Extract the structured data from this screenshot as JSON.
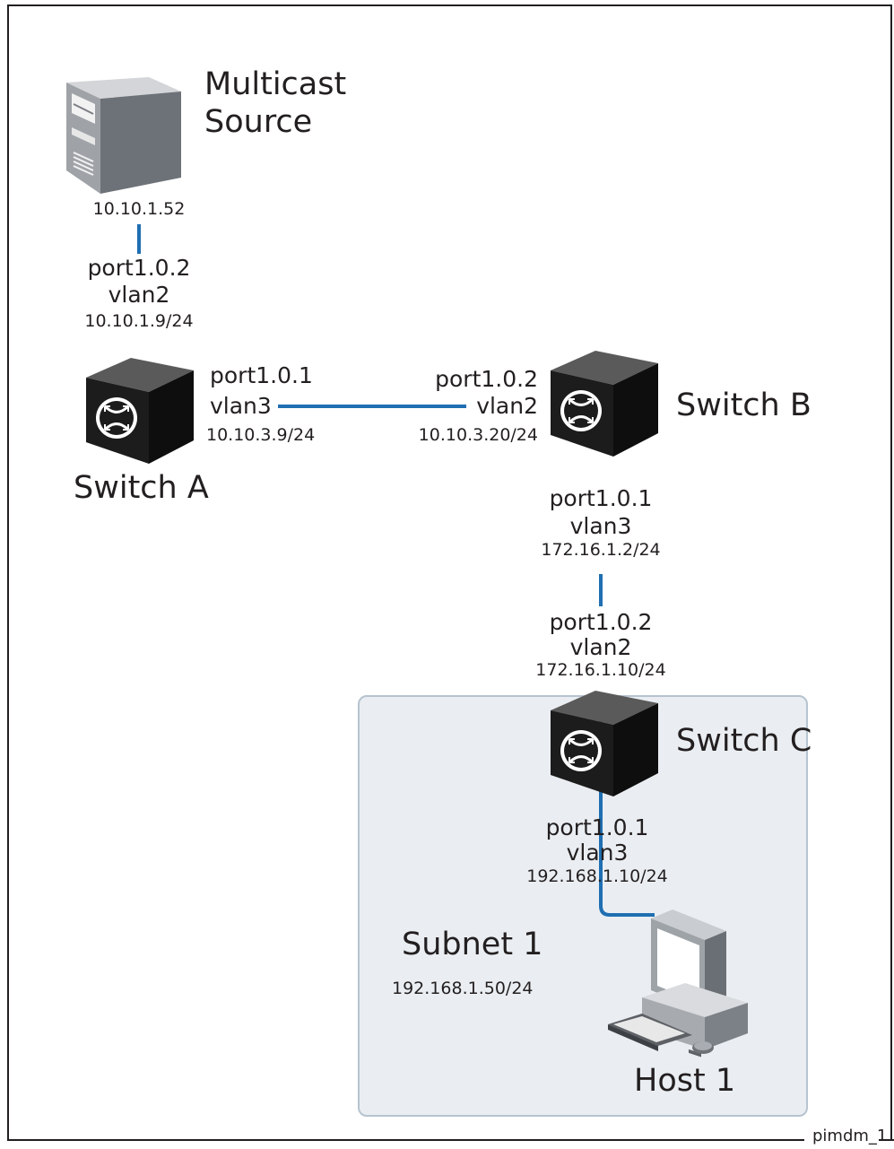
{
  "diagram": {
    "figure_id": "pimdm_1",
    "multicast_source": {
      "name_line1": "Multicast",
      "name_line2": "Source",
      "ip": "10.10.1.52"
    },
    "switch_a": {
      "name": "Switch A",
      "up_port": "port1.0.2",
      "up_vlan": "vlan2",
      "up_ip": "10.10.1.9/24",
      "right_port": "port1.0.1",
      "right_vlan": "vlan3",
      "right_ip": "10.10.3.9/24"
    },
    "switch_b": {
      "name": "Switch B",
      "left_port": "port1.0.2",
      "left_vlan": "vlan2",
      "left_ip": "10.10.3.20/24",
      "down_port": "port1.0.1",
      "down_vlan": "vlan3",
      "down_ip": "172.16.1.2/24"
    },
    "switch_c": {
      "name": "Switch C",
      "up_port": "port1.0.2",
      "up_vlan": "vlan2",
      "up_ip": "172.16.1.10/24",
      "down_port": "port1.0.1",
      "down_vlan": "vlan3",
      "down_ip": "192.168.1.10/24"
    },
    "subnet": {
      "name": "Subnet 1",
      "ip": "192.168.1.50/24"
    },
    "host": {
      "name": "Host 1"
    },
    "link_color": "#1f6fb2"
  }
}
